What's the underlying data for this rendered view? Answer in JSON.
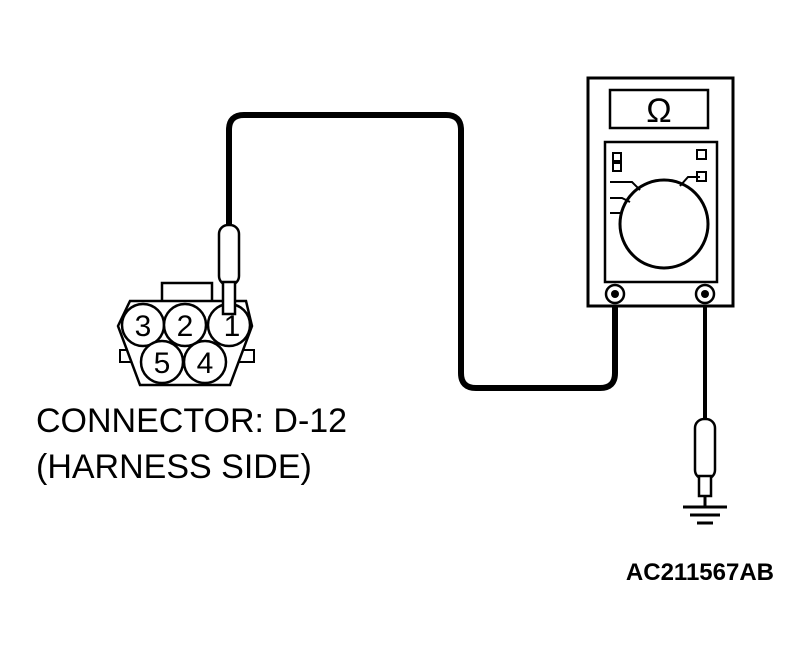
{
  "connector": {
    "pins": {
      "p1": "1",
      "p2": "2",
      "p3": "3",
      "p4": "4",
      "p5": "5"
    },
    "label_line1": "CONNECTOR: D-12",
    "label_line2": "(HARNESS SIDE)"
  },
  "meter": {
    "display_symbol": "Ω"
  },
  "figure_code": "AC211567AB",
  "icons": {
    "ohmmeter": "ohmmeter-icon",
    "ground": "ground-icon",
    "probe": "probe-icon"
  }
}
